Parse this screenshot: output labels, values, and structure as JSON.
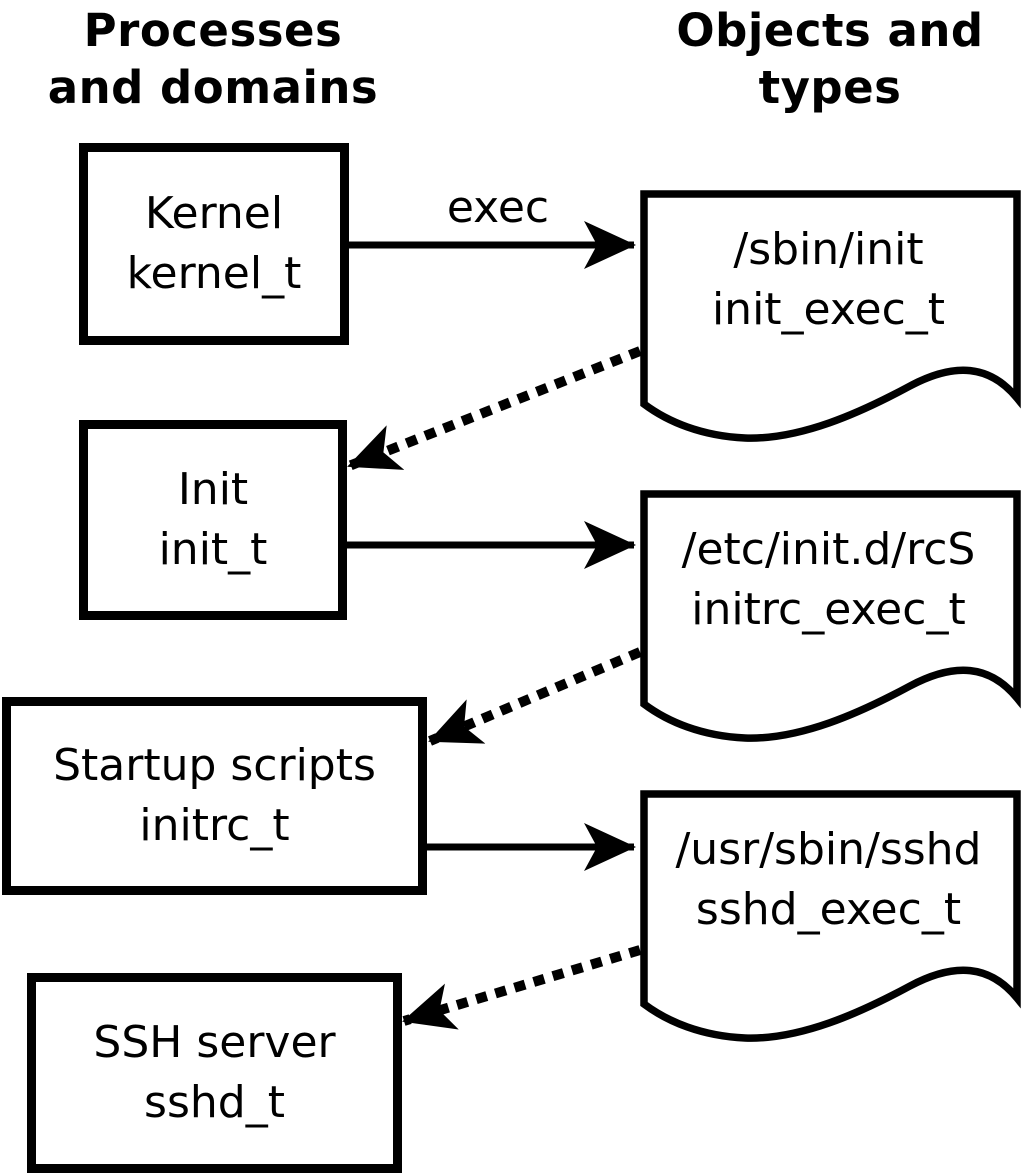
{
  "colors": {
    "ink": "#000000",
    "paper": "#ffffff"
  },
  "headings": {
    "left": {
      "line1": "Processes",
      "line2": "and domains"
    },
    "right": {
      "line1": "Objects and",
      "line2": "types"
    }
  },
  "processes": [
    {
      "label": "Kernel",
      "domain": "kernel_t"
    },
    {
      "label": "Init",
      "domain": "init_t"
    },
    {
      "label": "Startup scripts",
      "domain": "initrc_t"
    },
    {
      "label": "SSH server",
      "domain": "sshd_t"
    }
  ],
  "objects": [
    {
      "path": "/sbin/init",
      "type": "init_exec_t"
    },
    {
      "path": "/etc/init.d/rcS",
      "type": "initrc_exec_t"
    },
    {
      "path": "/usr/sbin/sshd",
      "type": "sshd_exec_t"
    }
  ],
  "arrows": {
    "exec_label": "exec",
    "solid_count": 3,
    "dotted_count": 3
  }
}
